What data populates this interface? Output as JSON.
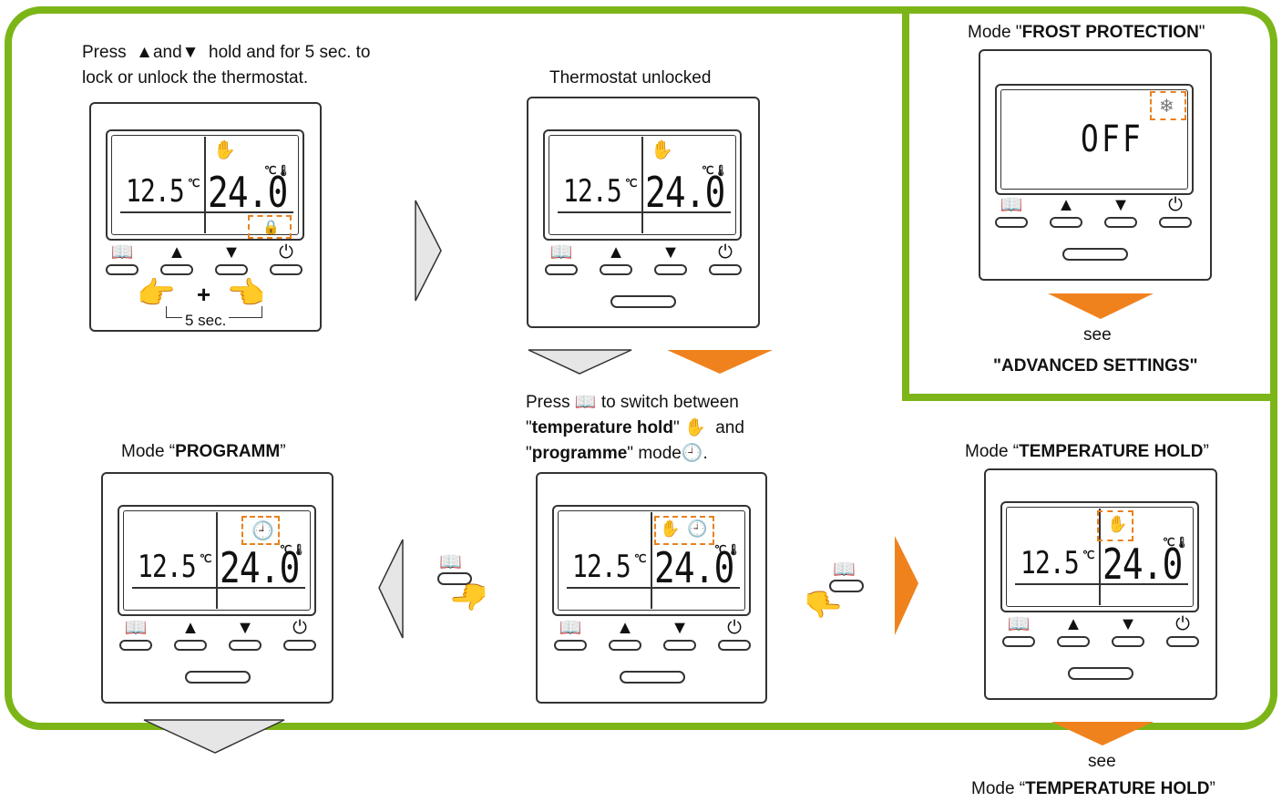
{
  "instruction_lock": {
    "line1_pre": "Press",
    "line1_mid": "and",
    "line1_post": "hold and for 5 sec. to",
    "line2": "lock or unlock the thermostat."
  },
  "unlocked_caption": "Thermostat unlocked",
  "switch_instruction": {
    "press": "Press",
    "to_switch": "to switch between",
    "temp_hold": "temperature hold",
    "and": "and",
    "programme": "programme",
    "mode": "mode"
  },
  "frost": {
    "mode_label": "Mode",
    "mode_name": "FROST PROTECTION",
    "display": "OFF",
    "see": "see",
    "advanced": "\"ADVANCED SETTINGS\""
  },
  "programm": {
    "mode_label": "Mode",
    "mode_name": "PROGRAMM"
  },
  "temp_hold": {
    "mode_label": "Mode",
    "mode_name": "TEMPERATURE HOLD"
  },
  "bottom_right": {
    "see": "see",
    "mode_label": "Mode",
    "mode_name": "TEMPERATURE HOLD"
  },
  "display": {
    "setpoint": "12.5",
    "room_temp": "24.0"
  },
  "hold_time": "5 sec.",
  "icons": [
    "book-icon",
    "up-arrow-icon",
    "down-arrow-icon",
    "power-icon",
    "hand-icon",
    "clock-icon",
    "lock-icon",
    "snowflake-icon",
    "thermometer-icon",
    "pointing-hand-icon"
  ],
  "colors": {
    "frame": "#7cb518",
    "accent": "#f0821e",
    "gray_arrow": "#e0e0e0"
  }
}
